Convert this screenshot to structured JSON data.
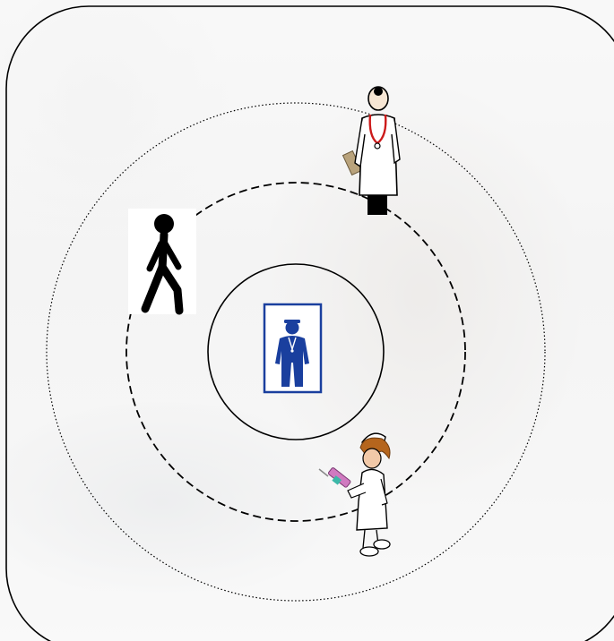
{
  "title": "",
  "rings": [
    {
      "style": "solid",
      "role": "inner"
    },
    {
      "style": "dashed",
      "role": "middle"
    },
    {
      "style": "dotted",
      "role": "outer"
    }
  ],
  "figures": [
    {
      "name": "center-person",
      "icon": "professional-man-icon",
      "color": "#1a3f9e"
    },
    {
      "name": "doctor",
      "icon": "doctor-icon",
      "color": "#ffffff"
    },
    {
      "name": "walking-person",
      "icon": "stick-figure-icon",
      "color": "#000000"
    },
    {
      "name": "nurse",
      "icon": "nurse-with-syringe-icon",
      "color": "#ffffff"
    }
  ],
  "colors": {
    "frame": "#000000",
    "center_box_border": "#1a3f9e",
    "stethoscope": "#cc1a1a",
    "syringe": "#d07ac0"
  }
}
